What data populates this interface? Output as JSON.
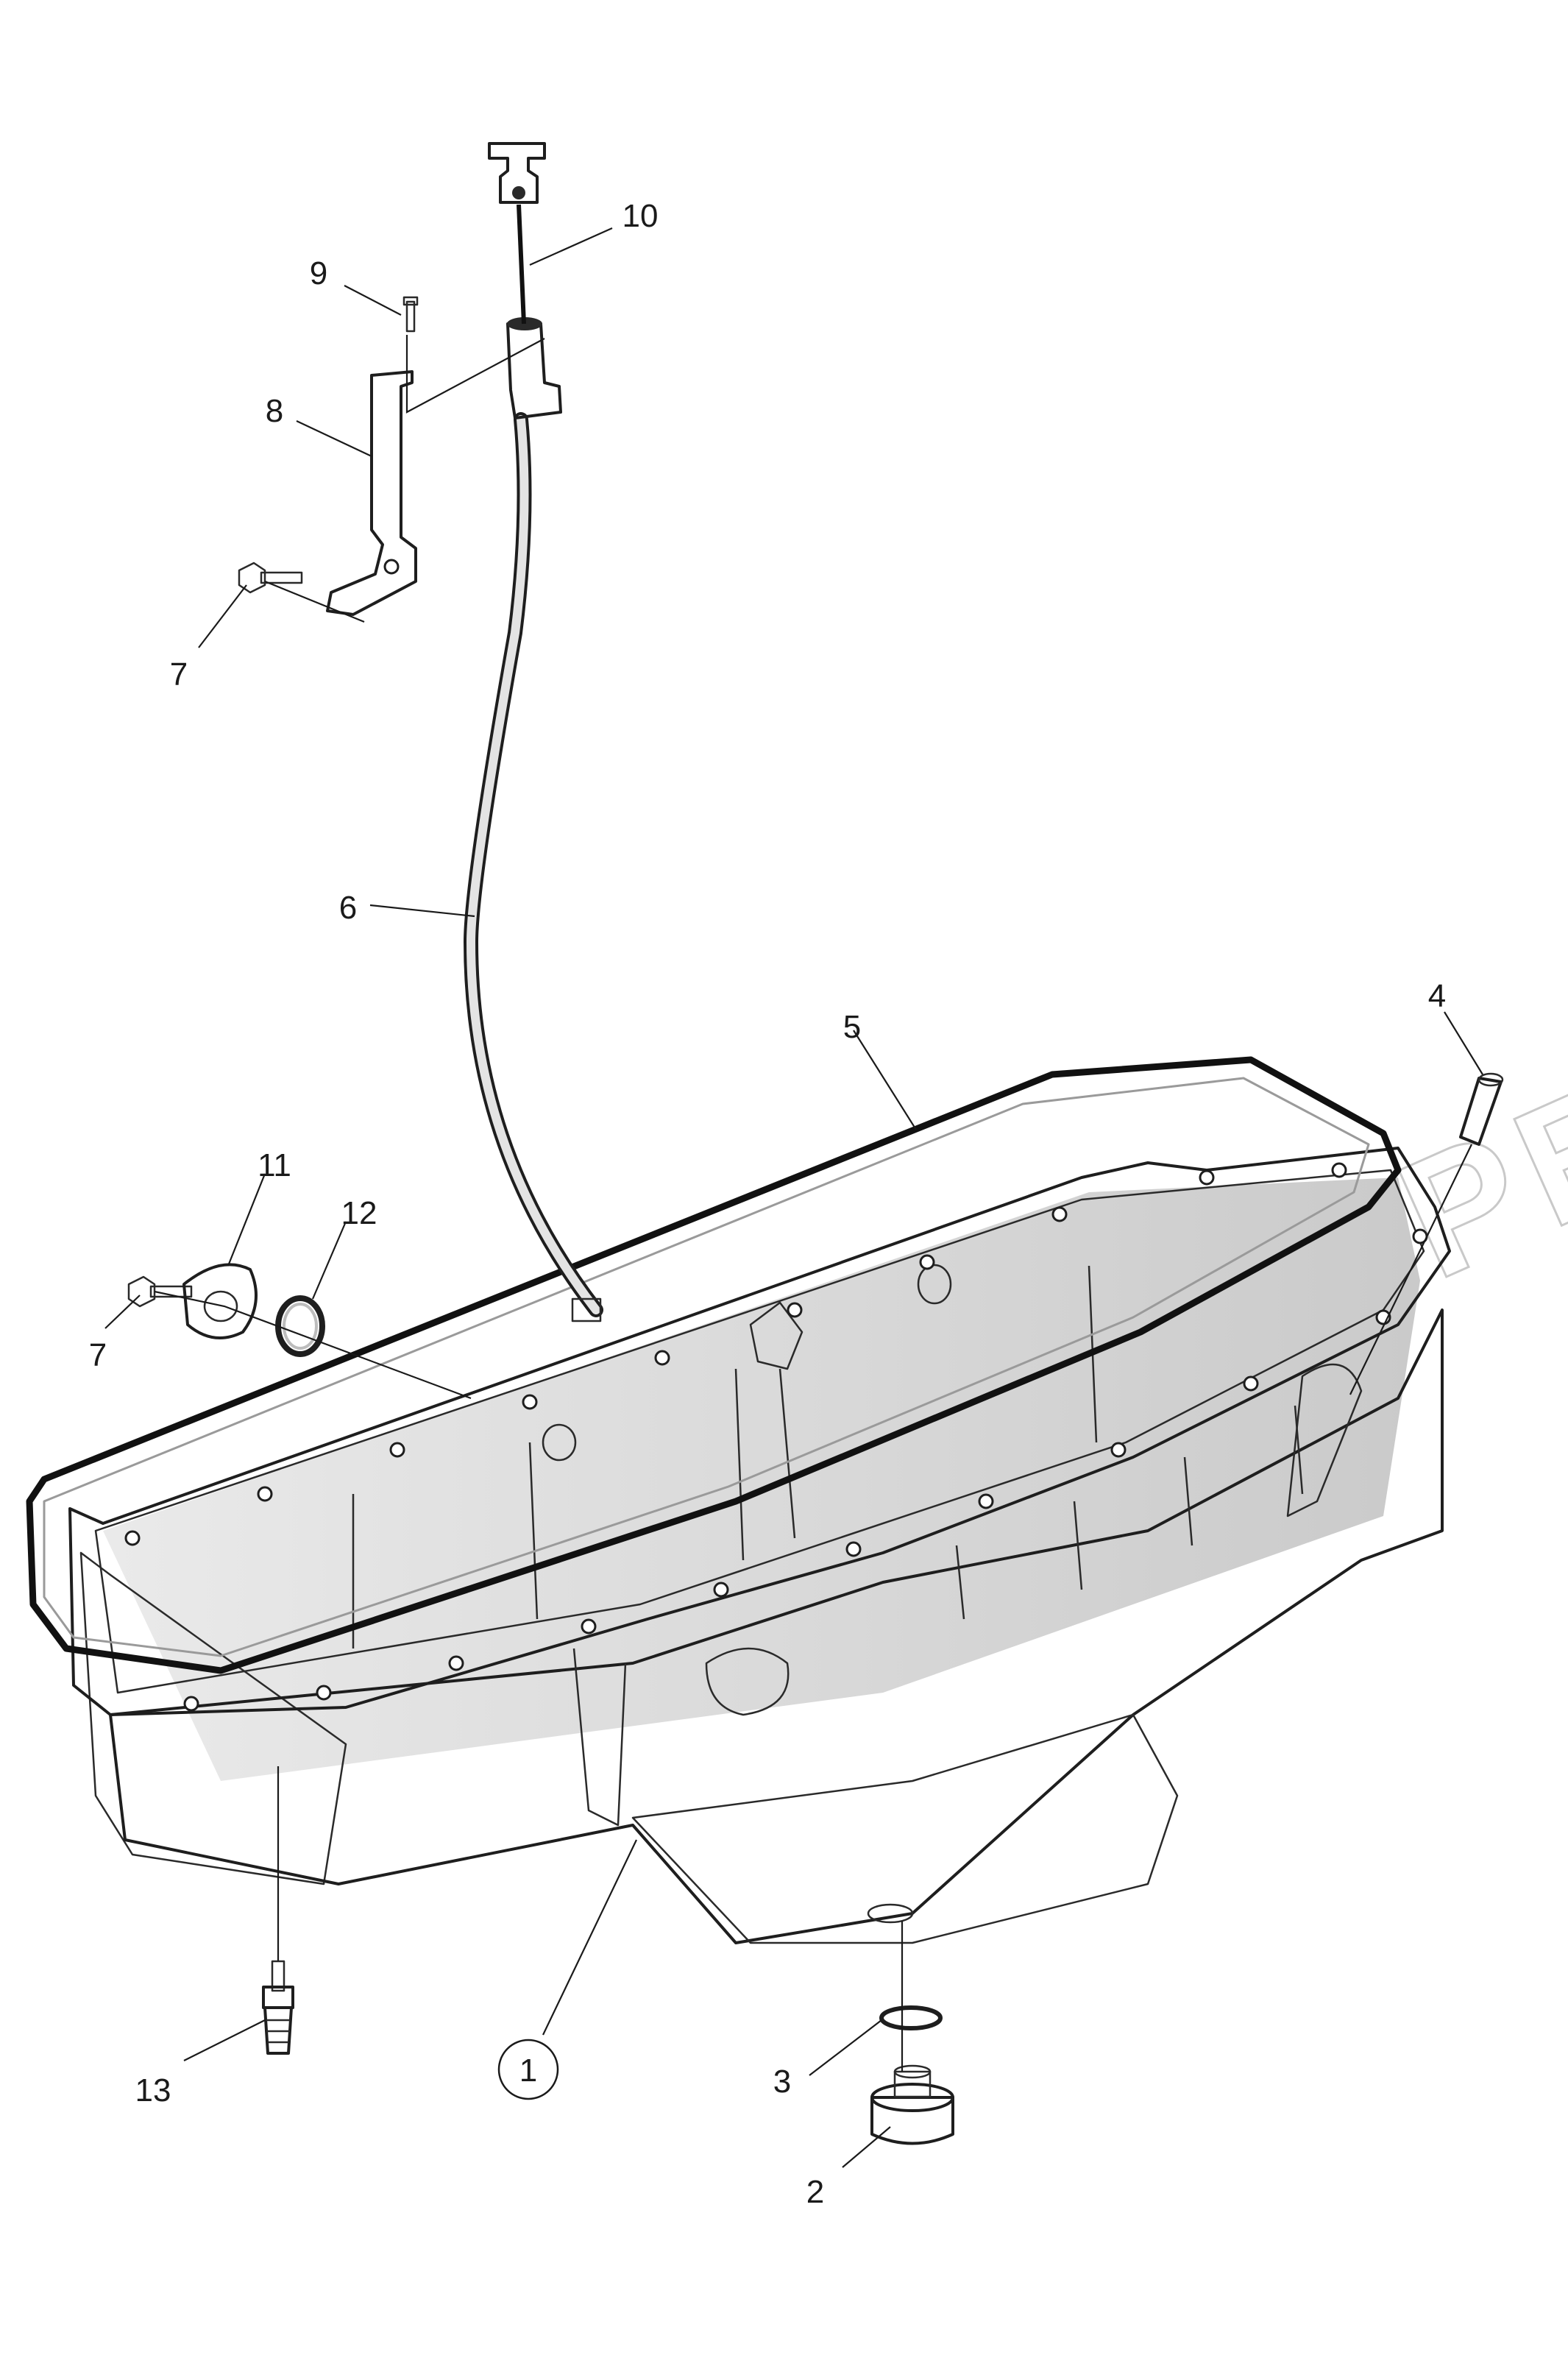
{
  "diagram": {
    "watermark_text": "VOLVO PENTA",
    "colors": {
      "line": "#1a1a1a",
      "pan_light": "#eeeeee",
      "pan_mid": "#cfcfcf",
      "pan_dark": "#a9a9a9",
      "gasket": "#111111"
    },
    "callouts": [
      {
        "id": "c1",
        "label": "1",
        "circled": true
      },
      {
        "id": "c2",
        "label": "2"
      },
      {
        "id": "c3",
        "label": "3"
      },
      {
        "id": "c4",
        "label": "4"
      },
      {
        "id": "c5",
        "label": "5"
      },
      {
        "id": "c6",
        "label": "6"
      },
      {
        "id": "c7a",
        "label": "7"
      },
      {
        "id": "c7b",
        "label": "7"
      },
      {
        "id": "c8",
        "label": "8"
      },
      {
        "id": "c9",
        "label": "9"
      },
      {
        "id": "c10",
        "label": "10"
      },
      {
        "id": "c11",
        "label": "11"
      },
      {
        "id": "c12",
        "label": "12"
      },
      {
        "id": "c13",
        "label": "13"
      }
    ]
  }
}
